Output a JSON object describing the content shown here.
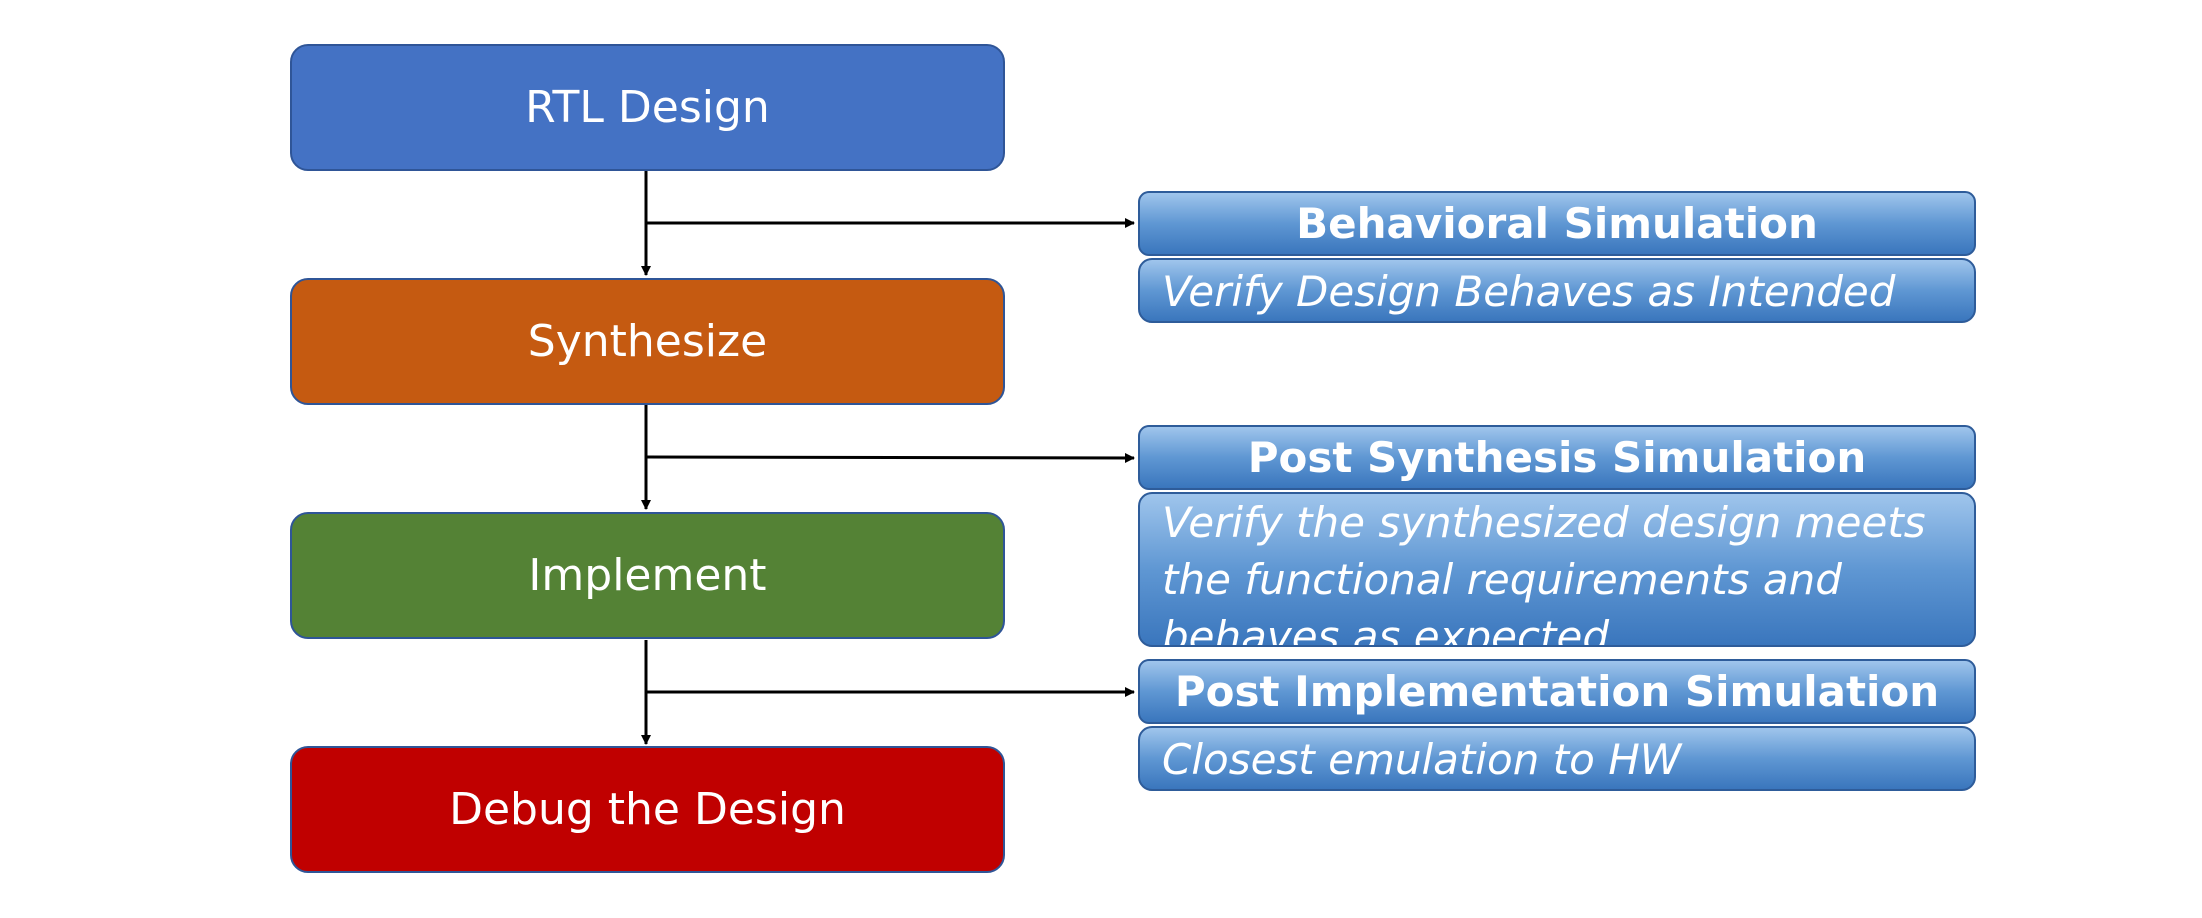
{
  "flow_steps": [
    {
      "label": "RTL Design",
      "color": "#4472c4"
    },
    {
      "label": "Synthesize",
      "color": "#c55a11"
    },
    {
      "label": "Implement",
      "color": "#548235"
    },
    {
      "label": "Debug the Design",
      "color": "#c00000"
    }
  ],
  "simulations": [
    {
      "title": "Behavioral Simulation",
      "description": "Verify Design Behaves as Intended"
    },
    {
      "title": "Post Synthesis Simulation",
      "description": "Verify the synthesized design meets the functional requirements and behaves as expected"
    },
    {
      "title": "Post Implementation Simulation",
      "description": "Closest emulation to HW"
    }
  ],
  "colors": {
    "connector": "#000000",
    "sim_fill_top": "#9fc5ec",
    "sim_fill_bottom": "#3a76bd",
    "sim_border": "#2e5c9a"
  }
}
